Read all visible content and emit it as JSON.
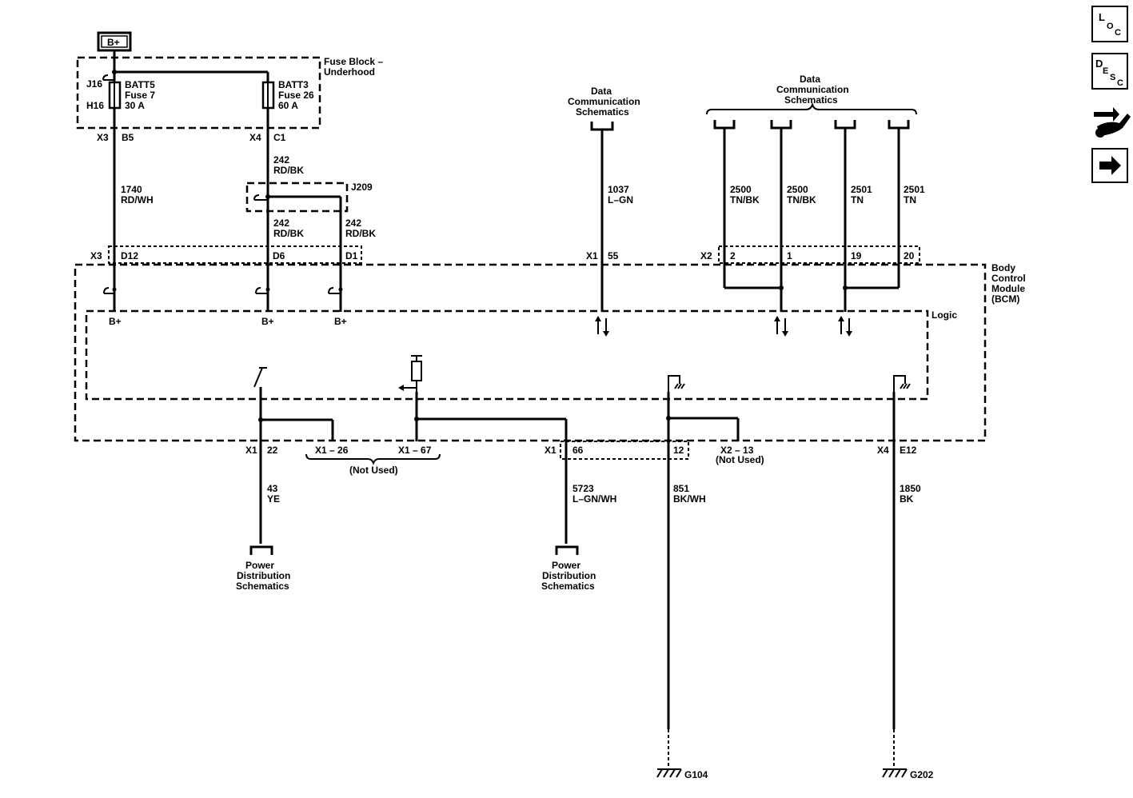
{
  "power_source": "B+",
  "fuse_block": {
    "label1": "Fuse Block –",
    "label2": "Underhood",
    "fuse7": {
      "name": "BATT5",
      "fuse": "Fuse 7",
      "rating": "30 A",
      "pin_top": "J16",
      "pin_bottom": "H16",
      "conn": "X3",
      "term": "B5"
    },
    "fuse26": {
      "name": "BATT3",
      "fuse": "Fuse 26",
      "rating": "60 A",
      "conn": "X4",
      "term": "C1"
    }
  },
  "wires": {
    "w1740": {
      "circuit": "1740",
      "color": "RD/WH"
    },
    "w242_top": {
      "circuit": "242",
      "color": "RD/BK"
    },
    "w242_a": {
      "circuit": "242",
      "color": "RD/BK"
    },
    "w242_b": {
      "circuit": "242",
      "color": "RD/BK"
    },
    "w1037": {
      "circuit": "1037",
      "color": "L–GN"
    },
    "w2500_a": {
      "circuit": "2500",
      "color": "TN/BK"
    },
    "w2500_b": {
      "circuit": "2500",
      "color": "TN/BK"
    },
    "w2501_a": {
      "circuit": "2501",
      "color": "TN"
    },
    "w2501_b": {
      "circuit": "2501",
      "color": "TN"
    },
    "w43": {
      "circuit": "43",
      "color": "YE"
    },
    "w5723": {
      "circuit": "5723",
      "color": "L–GN/WH"
    },
    "w851": {
      "circuit": "851",
      "color": "BK/WH"
    },
    "w1850": {
      "circuit": "1850",
      "color": "BK"
    }
  },
  "splice": "J209",
  "bcm": {
    "line1": "Body",
    "line2": "Control",
    "line3": "Module",
    "line4": "(BCM)",
    "logic": "Logic",
    "bplus": "B+"
  },
  "connectors": {
    "x3": "X3",
    "d12": "D12",
    "d6": "D6",
    "d1": "D1",
    "x1_top": "X1",
    "p55": "55",
    "x2_top": "X2",
    "p2": "2",
    "p1": "1",
    "p19": "19",
    "p20": "20",
    "x1_22_conn": "X1",
    "p22": "22",
    "x1_26": "X1 – 26",
    "x1_67": "X1 – 67",
    "not_used": "(Not Used)",
    "x1_66_conn": "X1",
    "p66": "66",
    "p12": "12",
    "x2_13": "X2 – 13",
    "not_used2": "(Not Used)",
    "x4_conn": "X4",
    "e12": "E12"
  },
  "refs": {
    "data_comm": [
      "Data",
      "Communication",
      "Schematics"
    ],
    "data_comm2": [
      "Data",
      "Communication",
      "Schematics"
    ],
    "power_dist1": [
      "Power",
      "Distribution",
      "Schematics"
    ],
    "power_dist2": [
      "Power",
      "Distribution",
      "Schematics"
    ]
  },
  "grounds": {
    "g104": "G104",
    "g202": "G202"
  },
  "nav": {
    "loc": [
      "L",
      "O",
      "C"
    ],
    "desc": [
      "D",
      "E",
      "S",
      "C"
    ]
  }
}
